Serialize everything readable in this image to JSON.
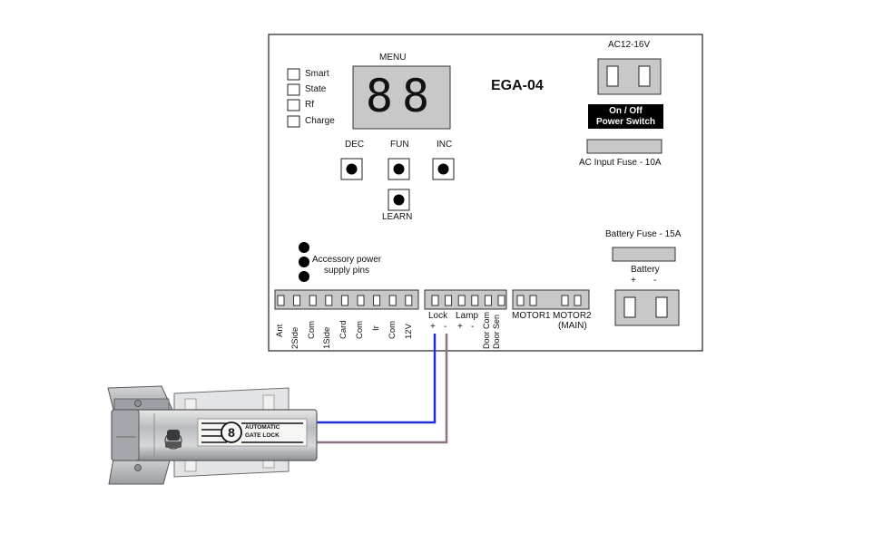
{
  "board": {
    "model": "EGA-04",
    "menu_label": "MENU",
    "display_digits": "88",
    "indicators": [
      "Smart",
      "State",
      "Rf",
      "Charge"
    ],
    "buttons": {
      "dec": "DEC",
      "fun": "FUN",
      "inc": "INC",
      "learn": "LEARN"
    },
    "accessory_pins_line1": "Accessory power",
    "accessory_pins_line2": "supply pins",
    "ac_input_label": "AC12-16V",
    "power_switch_line1": "On / Off",
    "power_switch_line2": "Power Switch",
    "ac_fuse_label": "AC Input Fuse - 10A",
    "battery_fuse_label": "Battery Fuse  - 15A",
    "battery_label": "Battery",
    "battery_plus": "+",
    "battery_minus": "-",
    "terminal_labels_left": [
      "Ant",
      "2Side",
      "Com",
      "1Side",
      "Card",
      "Com",
      "Ir",
      "Com",
      "12V"
    ],
    "lock_label": "Lock",
    "lock_plus": "+",
    "lock_minus": "-",
    "lamp_label": "Lamp",
    "lamp_plus": "+",
    "lamp_minus": "-",
    "door_com": "Door Com",
    "door_sen": "Door Sen",
    "motor1_label": "MOTOR1",
    "motor2_label": "MOTOR2",
    "motor2_sub": "(MAIN)"
  },
  "gate_lock": {
    "logo_text": "8",
    "label_line1": "AUTOMATIC",
    "label_line2": "GATE LOCK"
  },
  "colors": {
    "wire_positive": "#1f2fd6",
    "wire_negative": "#8e7388",
    "switch_bg": "#000000",
    "panel_gray": "#c8c8c8"
  }
}
